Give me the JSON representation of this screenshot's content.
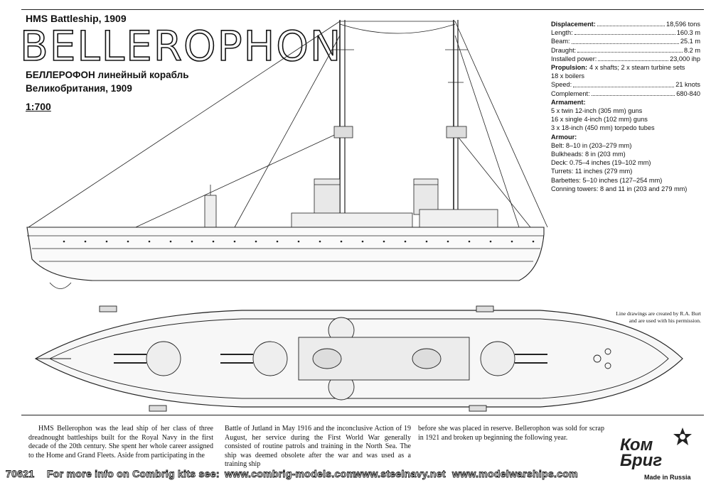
{
  "header": {
    "subtitle": "HMS Battleship, 1909",
    "title": "BELLEROPHON",
    "russian_line1": "БЕЛЛЕРОФОН линейный корабль",
    "russian_line2": "Великобритания, 1909",
    "scale": "1:700"
  },
  "specs": [
    {
      "label": "Displacement:",
      "value": "18,596 tons",
      "bold": true
    },
    {
      "label": "Length:",
      "value": "160.3 m"
    },
    {
      "label": "Beam:",
      "value": "25.1 m"
    },
    {
      "label": "Draught:",
      "value": "8.2 m"
    },
    {
      "label": "Installed power:",
      "value": "23,000 ihp"
    }
  ],
  "propulsion": {
    "label": "Propulsion:",
    "text": "4 x shafts; 2 x steam turbine sets",
    "text2": "18 x boilers"
  },
  "specs2": [
    {
      "label": "Speed:",
      "value": "21 knots"
    },
    {
      "label": "Complement:",
      "value": "680-840"
    }
  ],
  "armament": {
    "heading": "Armament:",
    "lines": [
      "5 x twin 12-inch (305 mm) guns",
      "16 x single 4-inch (102 mm) guns",
      "3 x 18-inch (450 mm) torpedo tubes"
    ]
  },
  "armour": {
    "heading": "Armour:",
    "lines": [
      "Belt: 8–10 in (203–279 mm)",
      "Bulkheads: 8 in (203 mm)",
      "Deck: 0.75–4 inches (19–102 mm)",
      "Turrets: 11 inches (279 mm)",
      "Barbettes: 5–10 inches (127–254 mm)",
      "Conning towers: 8 and 11 in (203 and 279 mm)"
    ]
  },
  "credit": {
    "line1": "Line drawings are created by R.A. Burt",
    "line2": "and are used with his permission."
  },
  "description": {
    "col1": "HMS Bellerophon was the lead ship of her class of three dreadnought battleships built for the Royal Navy in the first decade of the 20th century. She spent her whole career assigned to the Home and Grand Fleets. Aside from participating in the",
    "col2": "Battle of Jutland in May 1916 and the inconclusive Action of 19 August, her service during the First World War generally consisted of routine patrols and training in the North Sea. The ship was deemed obsolete after the war and was used as a training ship",
    "col3": "before she was placed in reserve. Bellerophon was sold for scrap in 1921 and broken up beginning the following year."
  },
  "footer": {
    "kit_number": "70621",
    "info": "For more info on Combrig kits see:",
    "site1": "www.combrig-models.com",
    "site2": "www.steelnavy.net",
    "site3": "www.modelwarships.com"
  },
  "logo": {
    "line1": "Ком",
    "line2": "Бриг",
    "made_in": "Made in Russia"
  }
}
